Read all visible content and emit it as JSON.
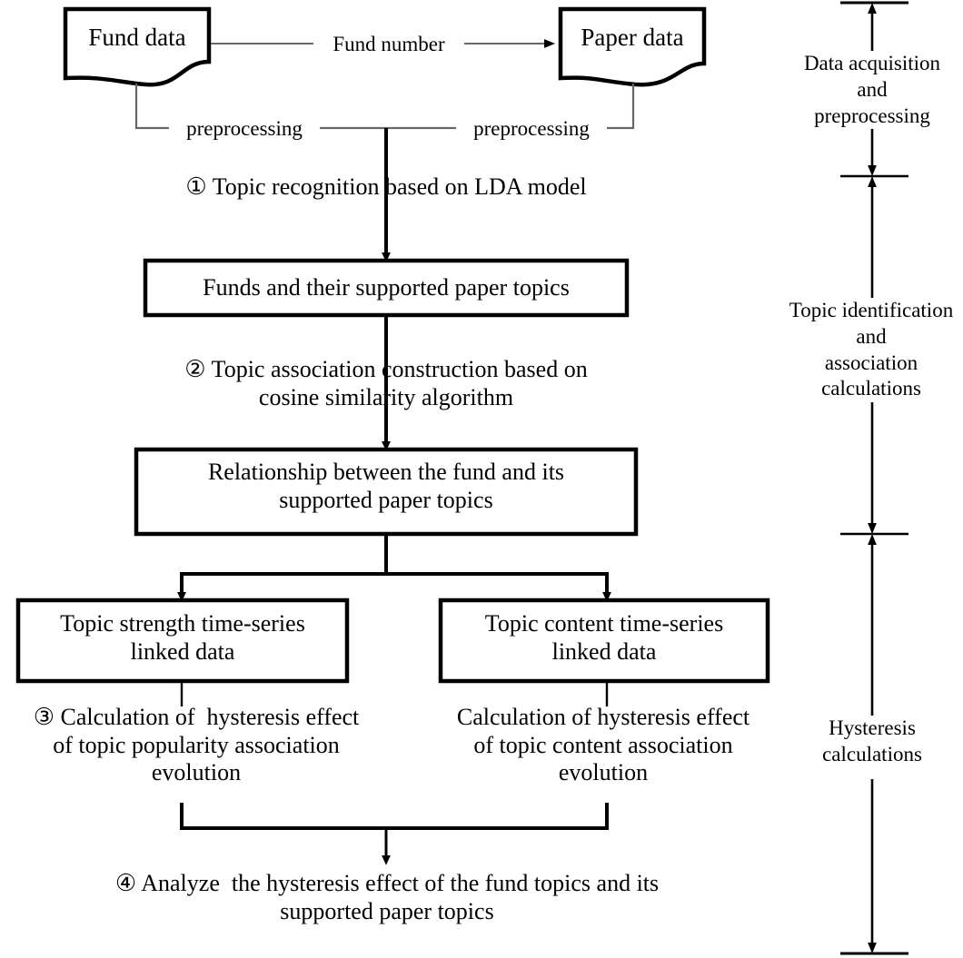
{
  "diagram": {
    "title_text": "",
    "colors": {
      "stroke": "#000000",
      "thin_stroke": "#555555",
      "background": "#ffffff",
      "text": "#000000"
    },
    "sources": [
      {
        "id": "fund-data",
        "label": "Fund data",
        "shape": "document"
      },
      {
        "id": "paper-data",
        "label": "Paper data",
        "shape": "document"
      }
    ],
    "edge_labels": {
      "fund_number": "Fund number",
      "preprocessing_left": "preprocessing",
      "preprocessing_right": "preprocessing"
    },
    "steps": [
      {
        "marker": "①",
        "text": "Topic recognition based on LDA model"
      },
      {
        "marker": "②",
        "text": "Topic association construction based on\ncosine similarity algorithm"
      },
      {
        "marker": "③",
        "text": "Calculation of  hysteresis effect\nof topic popularity association\nevolution"
      },
      {
        "marker": "",
        "text": "Calculation of hysteresis effect\nof topic content association\nevolution"
      },
      {
        "marker": "④",
        "text": "Analyze  the hysteresis effect of the fund topics and its\nsupported paper topics"
      }
    ],
    "boxes": [
      {
        "id": "funds-topics-box",
        "label": "Funds and their supported paper topics"
      },
      {
        "id": "relationship-box",
        "label": "Relationship between the fund and its\nsupported paper topics"
      },
      {
        "id": "topic-strength-box",
        "label": "Topic strength time-series\nlinked data"
      },
      {
        "id": "topic-content-box",
        "label": "Topic content time-series\nlinked data"
      }
    ],
    "phases": [
      {
        "id": "phase-data-acquisition",
        "label": "Data acquisition\nand\npreprocessing"
      },
      {
        "id": "phase-topic-identification",
        "label": "Topic identification\nand\nassociation\ncalculations"
      },
      {
        "id": "phase-hysteresis",
        "label": "Hysteresis\ncalculations"
      }
    ]
  }
}
